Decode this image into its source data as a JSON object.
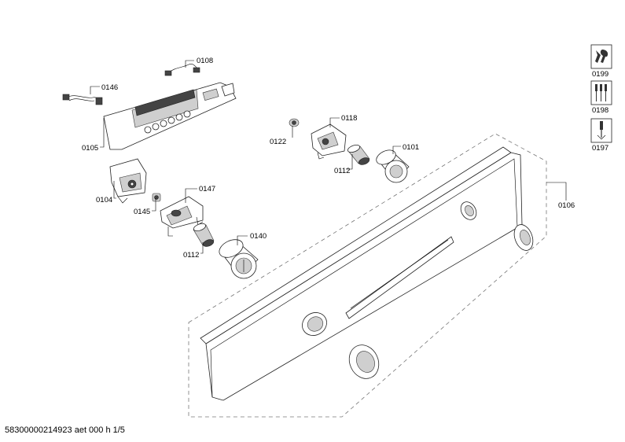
{
  "parts": {
    "p0108": "0108",
    "p0146": "0146",
    "p0105": "0105",
    "p0104": "0104",
    "p0145": "0145",
    "p0147": "0147",
    "p0112a": "0112",
    "p0140": "0140",
    "p0122": "0122",
    "p0118": "0118",
    "p0112b": "0112",
    "p0101": "0101",
    "p0106": "0106"
  },
  "tools": {
    "t0199": "0199",
    "t0198": "0198",
    "t0197": "0197"
  },
  "footer": "58300000214923 aet 000 h 1/5"
}
